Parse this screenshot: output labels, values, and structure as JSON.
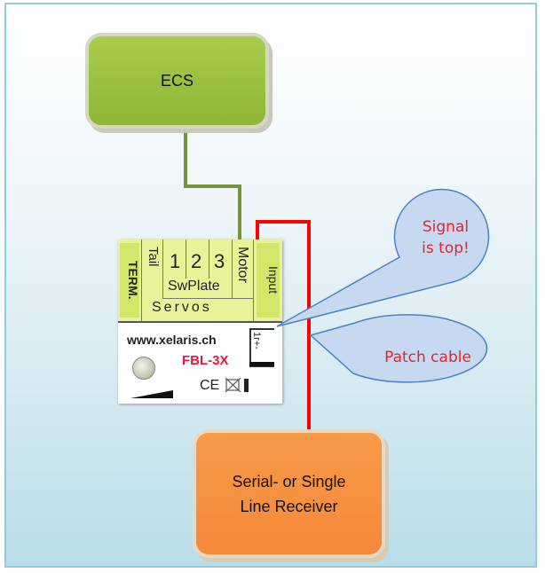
{
  "boxes": {
    "ecs": "ECS",
    "receiver_line1": "Serial- or Single",
    "receiver_line2": "Line Receiver"
  },
  "device": {
    "term": "TERM.",
    "tail": "Tail",
    "ch1": "1",
    "ch2": "2",
    "ch3": "3",
    "motor": "Motor",
    "input": "Input",
    "swplate": "SwPlate",
    "servos": "Servos",
    "url": "www.xelaris.ch",
    "model": "FBL-3X",
    "plug_label": "1r+-",
    "ce": "CE"
  },
  "callouts": {
    "signal_line1": "Signal",
    "signal_line2": "is top!",
    "patch": "Patch cable"
  },
  "colors": {
    "ecs_fill": "#9bc13f",
    "receiver_fill": "#f79646",
    "ecs_wire": "#77933c",
    "patch_wire": "#ff0000",
    "callout_fill": "#c6d9f1",
    "callout_border": "#4f81bd",
    "callout_text": "#e0262e"
  }
}
